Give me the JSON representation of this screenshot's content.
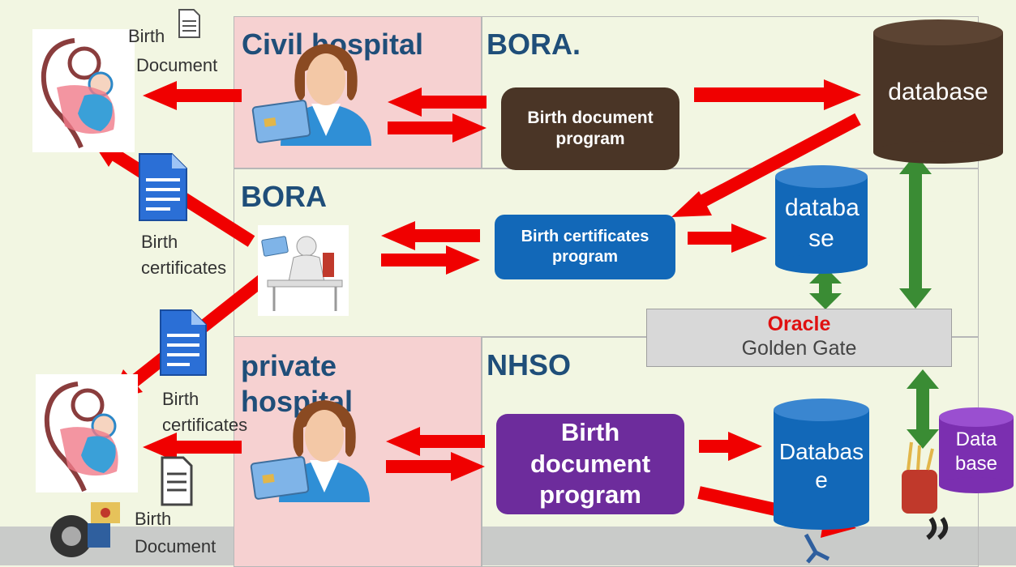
{
  "sections": {
    "civil_hospital": "Civil hospital",
    "bora_top": "BORA.",
    "bora_mid": "BORA",
    "private_hospital": "private hospital",
    "nhso": "NHSO"
  },
  "programs": {
    "civil_birth_document": "Birth document program",
    "bora_birth_certificates": "Birth certificates program",
    "nhso_birth_document": "Birth document program"
  },
  "databases": {
    "main": "database",
    "bora": "databa se",
    "nhso": "Databas e",
    "small": "Data base"
  },
  "oracle": {
    "brand": "Oracle",
    "product": "Golden Gate"
  },
  "labels": {
    "birth_document_top_1": "Birth",
    "birth_document_top_2": "Document",
    "birth_certificates_mid_1": "Birth",
    "birth_certificates_mid_2": "certificates",
    "birth_certificates_low_1": "Birth",
    "birth_certificates_low_2": "certificates",
    "birth_document_bottom_1": "Birth",
    "birth_document_bottom_2": "Document"
  },
  "colors": {
    "background": "#f2f6e2",
    "hospital_zone": "#f6d1d1",
    "arrow_red": "#f00000",
    "arrow_green": "#3a8c34",
    "program_brown": "#4a3526",
    "program_blue": "#1268b8",
    "program_purple": "#6d2c9c",
    "db_brown": "#4a3526",
    "db_blue": "#1268b8",
    "db_purple": "#7b2fb0",
    "oracle_red": "#e01010",
    "section_title": "#1f4e79"
  },
  "icons": [
    "document-icon",
    "mother-baby-icon",
    "doctor-smartcard-icon",
    "office-worker-icon",
    "database-cylinder-icon",
    "student-icon",
    "wheelchair-icon"
  ]
}
